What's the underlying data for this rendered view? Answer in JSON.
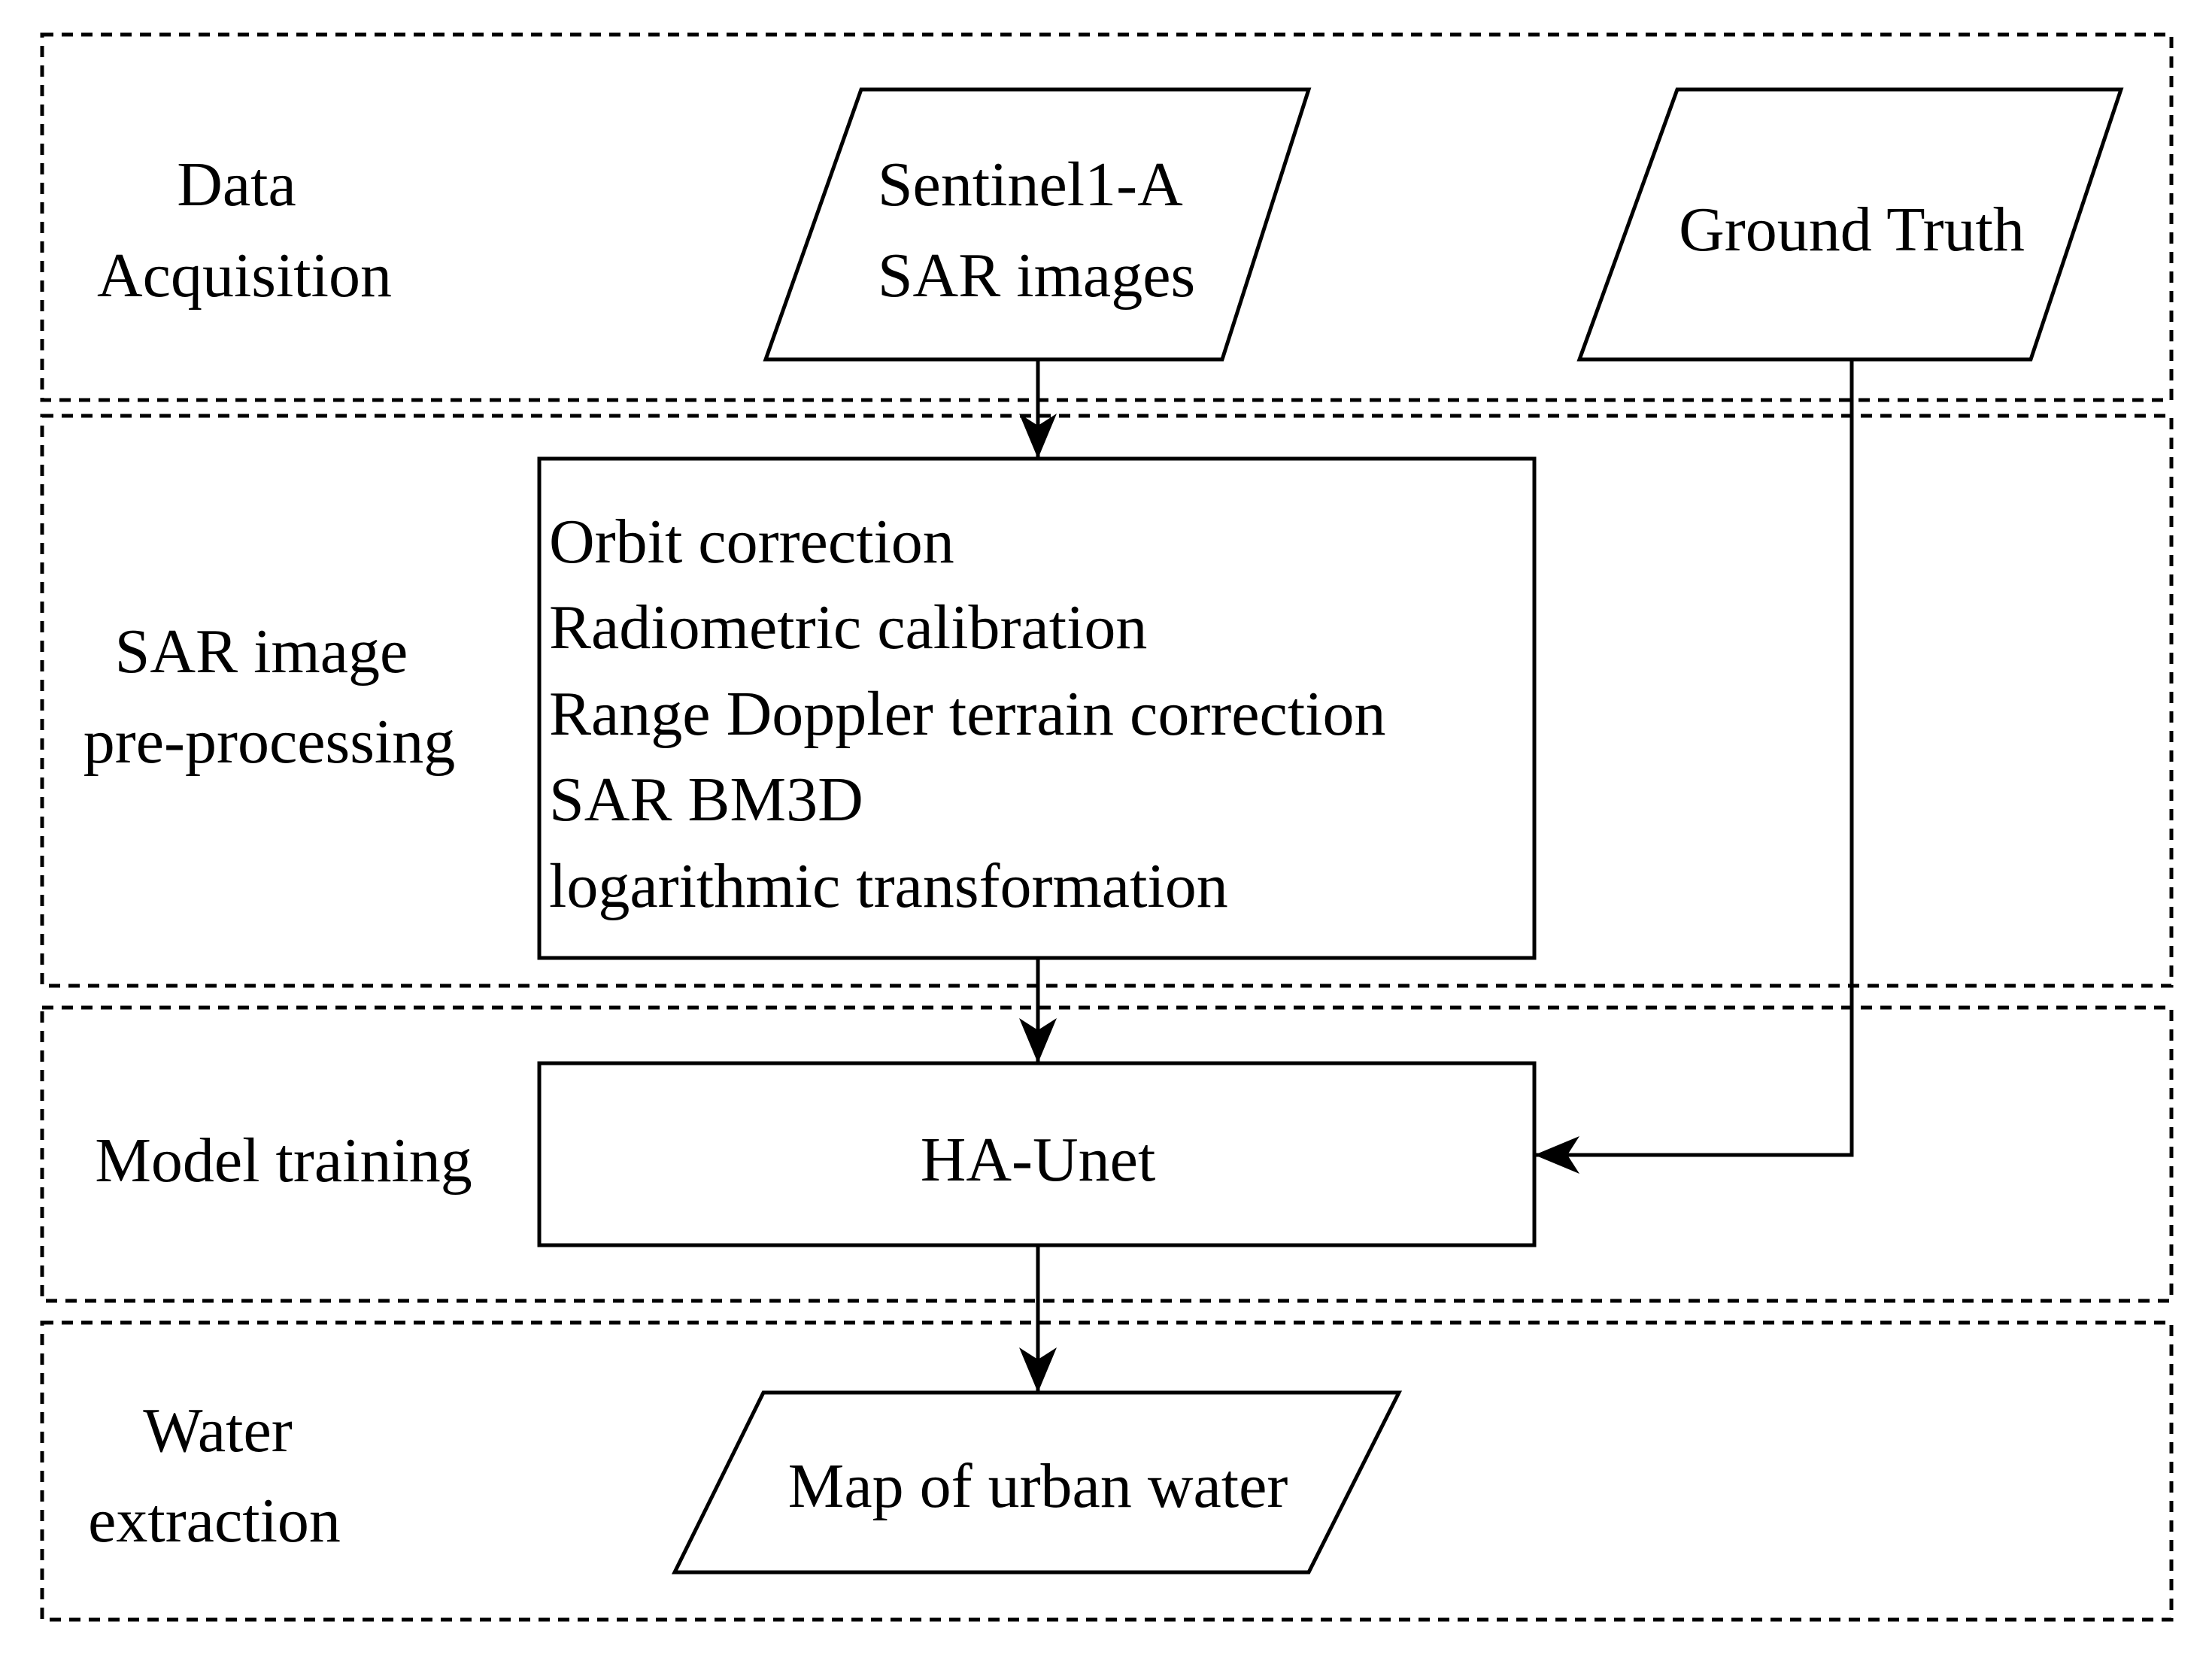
{
  "stages": [
    {
      "id": "data-acquisition",
      "lines": [
        "Data",
        "Acquisition"
      ]
    },
    {
      "id": "preprocessing",
      "lines": [
        "SAR image",
        "pre-processing"
      ]
    },
    {
      "id": "model-training",
      "lines": [
        "Model training"
      ]
    },
    {
      "id": "water-extraction",
      "lines": [
        "Water",
        "extraction"
      ]
    }
  ],
  "nodes": {
    "sentinel": {
      "shape": "parallelogram",
      "lines": [
        "Sentinel1-A",
        "SAR images"
      ]
    },
    "ground_truth": {
      "shape": "parallelogram",
      "lines": [
        "Ground Truth"
      ]
    },
    "preprocessing": {
      "shape": "rectangle",
      "lines": [
        "Orbit correction",
        "Radiometric calibration",
        "Range Doppler terrain correction",
        "SAR BM3D",
        "logarithmic transformation"
      ]
    },
    "model": {
      "shape": "rectangle",
      "lines": [
        "HA-Unet"
      ]
    },
    "output": {
      "shape": "parallelogram",
      "lines": [
        "Map of urban water"
      ]
    }
  },
  "edges": [
    {
      "from": "sentinel",
      "to": "preprocessing"
    },
    {
      "from": "ground_truth",
      "to": "model"
    },
    {
      "from": "preprocessing",
      "to": "model"
    },
    {
      "from": "model",
      "to": "output"
    }
  ],
  "colors": {
    "stroke": "#000000",
    "background": "#ffffff"
  }
}
